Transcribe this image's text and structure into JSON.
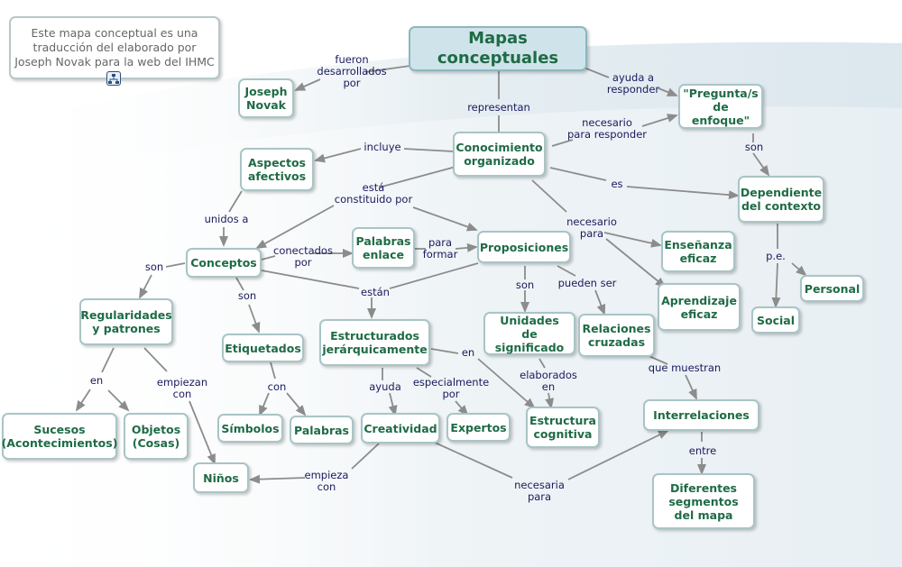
{
  "title": "Mapas conceptuales",
  "note": "Este mapa conceptual es una\ntraducción del elaborado por\nJoseph Novak para la web del IHMC",
  "note_icon": "concept-map-icon",
  "colors": {
    "node_text": "#1f6b46",
    "link_text": "#1a1a5c",
    "node_border": "#a9c4c6",
    "root_fill": "#cfe4ea",
    "arrow": "#8c8c8c"
  },
  "concepts": {
    "novak": "Joseph\nNovak",
    "pregunta": "\"Pregunta/s\nde enfoque\"",
    "conocimiento": "Conocimiento\norganizado",
    "aspectos": "Aspectos\nafectivos",
    "dependiente": "Dependiente\ndel contexto",
    "palabras_enlace": "Palabras\nenlace",
    "proposiciones": "Proposiciones",
    "ensenanza": "Enseñanza\neficaz",
    "conceptos": "Conceptos",
    "aprendizaje": "Aprendizaje\neficaz",
    "personal": "Personal",
    "regularidades": "Regularidades\ny patrones",
    "social": "Social",
    "unidades": "Unidades\nde significado",
    "relaciones": "Relaciones\ncruzadas",
    "estructurados": "Estructurados\njerárquicamente",
    "etiquetados": "Etiquetados",
    "interrelaciones": "Interrelaciones",
    "sucesos": "Sucesos\n(Acontecimientos)",
    "objetos": "Objetos\n(Cosas)",
    "simbolos": "Símbolos",
    "palabras": "Palabras",
    "creatividad": "Creatividad",
    "expertos": "Expertos",
    "estructura": "Estructura\ncognitiva",
    "ninos": "Niños",
    "diferentes": "Diferentes\nsegmentos\ndel mapa"
  },
  "links": {
    "fueron": "fueron\ndesarrollados\npor",
    "ayuda_responder": "ayuda a\nresponder",
    "representan": "representan",
    "necesario_responder": "necesario\npara responder",
    "incluye": "incluye",
    "son_pregunta": "son",
    "esta_constituido": "está\nconstituido por",
    "es": "es",
    "unidos": "unidos a",
    "necesario_para": "necesario\npara",
    "conectados": "conectados\npor",
    "para_formar": "para\nformar",
    "pe": "p.e.",
    "son_conceptos": "son",
    "son_etiquetados": "son",
    "estan": "están",
    "son_unidades": "son",
    "pueden_ser": "pueden ser",
    "en_sucesos": "en",
    "empiezan": "empiezan\ncon",
    "con_simbolos": "con",
    "en_estructura": "en",
    "ayuda": "ayuda",
    "especialmente": "especialmente\npor",
    "elaborados": "elaborados\nen",
    "que_muestran": "que muestran",
    "entre": "entre",
    "empieza": "empieza\ncon",
    "necesaria": "necesaria\npara"
  }
}
